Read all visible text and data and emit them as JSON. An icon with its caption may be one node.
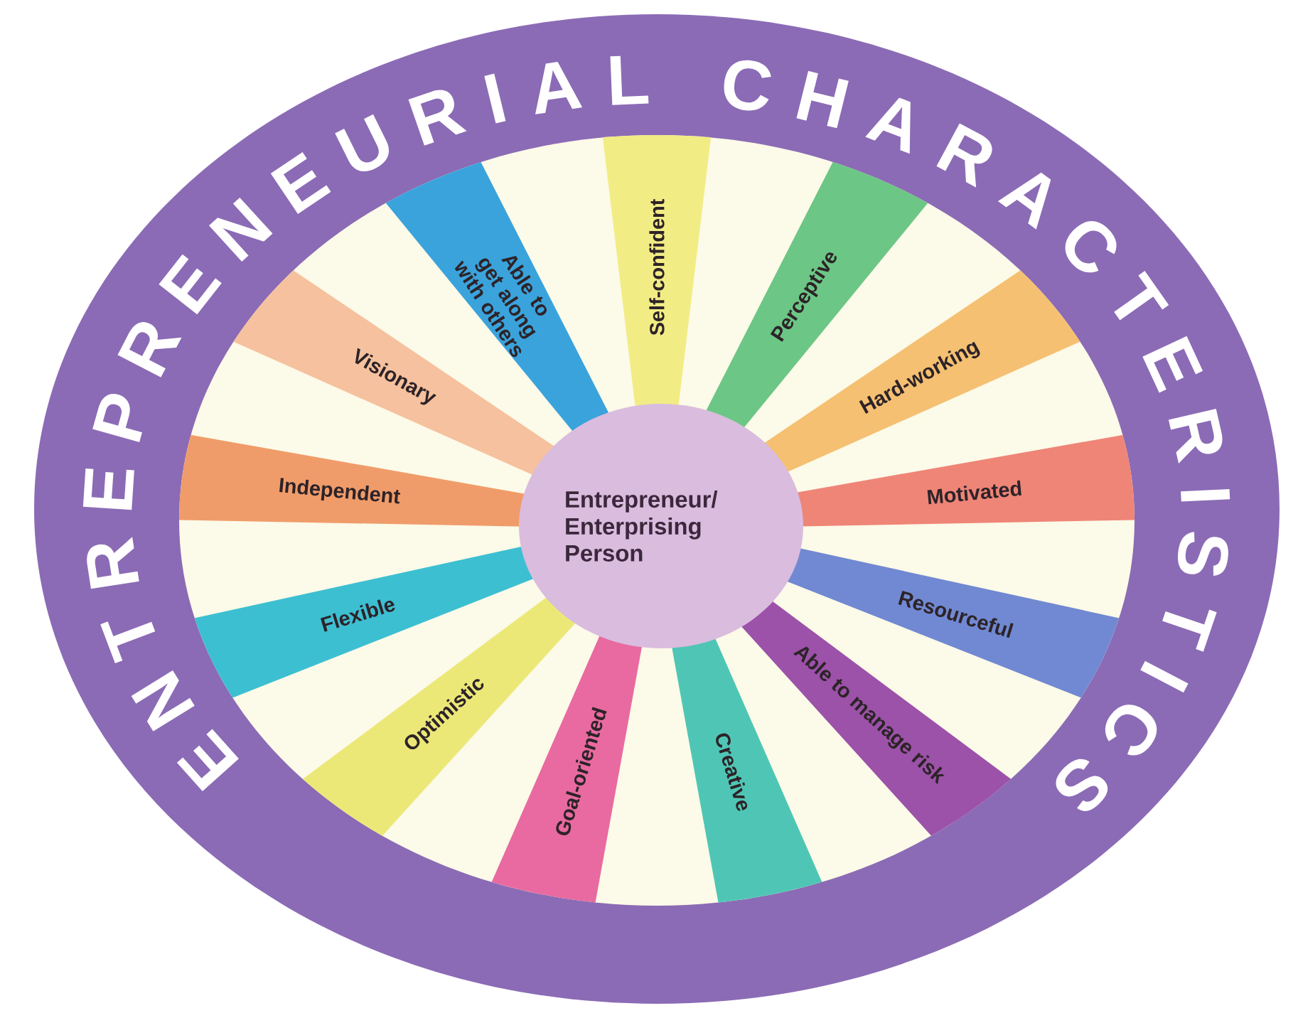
{
  "diagram": {
    "title": "ENTREPRENEURIAL CHARACTERISTICS",
    "nodes": [
      {
        "text": [
          "Entrepreneur/ Enterprising Person"
        ]
      },
      {
        "text": [
          "Able to get along with others"
        ]
      },
      {
        "text": [
          "Self-confident"
        ]
      },
      {
        "text": [
          "Perceptive"
        ]
      },
      {
        "text": [
          "Hard-working"
        ]
      },
      {
        "text": [
          "Motivated"
        ]
      },
      {
        "text": [
          "Resourceful"
        ]
      },
      {
        "text": [
          "Able to manage risk"
        ]
      },
      {
        "text": [
          "Creative"
        ]
      },
      {
        "text": [
          "Goal-oriented"
        ]
      },
      {
        "text": [
          "Optimistic"
        ]
      },
      {
        "text": [
          "Flexible"
        ]
      },
      {
        "text": [
          "Independent"
        ]
      },
      {
        "text": [
          "Visionary"
        ]
      }
    ]
  }
}
